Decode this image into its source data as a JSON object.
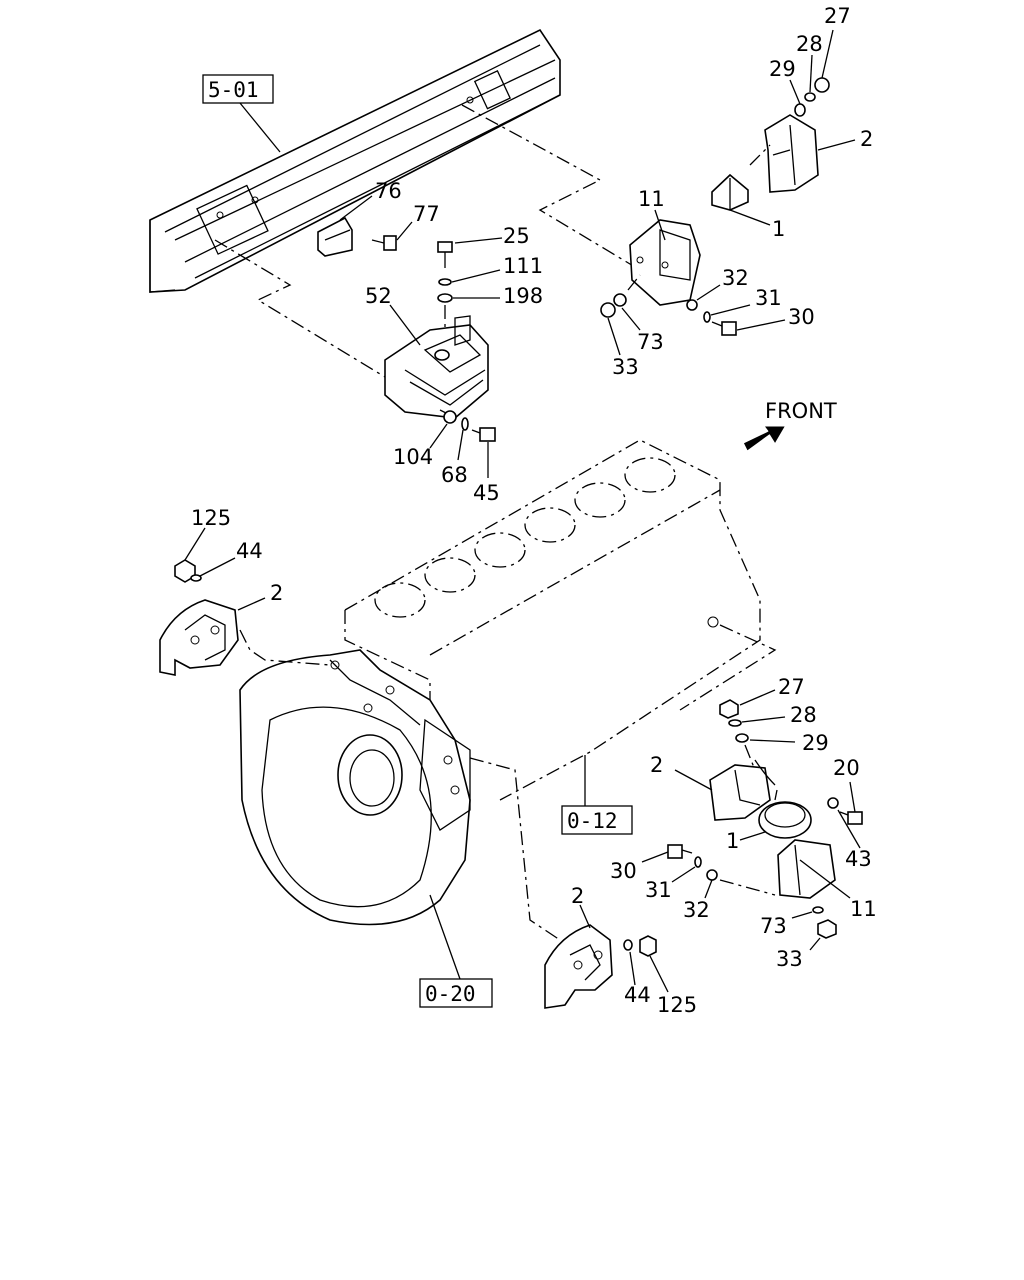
{
  "diagram": {
    "front_label": "FRONT",
    "refs": {
      "frame": "5-01",
      "engine_block": "0-12",
      "flywheel_housing": "0-20"
    },
    "callouts": {
      "p27_top": "27",
      "p28_top": "28",
      "p29_top": "29",
      "p2_top": "2",
      "p11_top": "11",
      "p1_top": "1",
      "p32_top": "32",
      "p31_top": "31",
      "p30_top": "30",
      "p73_top": "73",
      "p33_top": "33",
      "p76": "76",
      "p77": "77",
      "p25": "25",
      "p111": "111",
      "p198": "198",
      "p52": "52",
      "p104": "104",
      "p68": "68",
      "p45": "45",
      "p125_left": "125",
      "p44_left": "44",
      "p2_left": "2",
      "p27_right": "27",
      "p28_right": "28",
      "p29_right": "29",
      "p2_right": "2",
      "p20": "20",
      "p1_right": "1",
      "p43": "43",
      "p30_right": "30",
      "p31_right": "31",
      "p32_right": "32",
      "p11_right": "11",
      "p73_right": "73",
      "p33_right": "33",
      "p2_bottom": "2",
      "p44_bottom": "44",
      "p125_bottom": "125"
    }
  }
}
